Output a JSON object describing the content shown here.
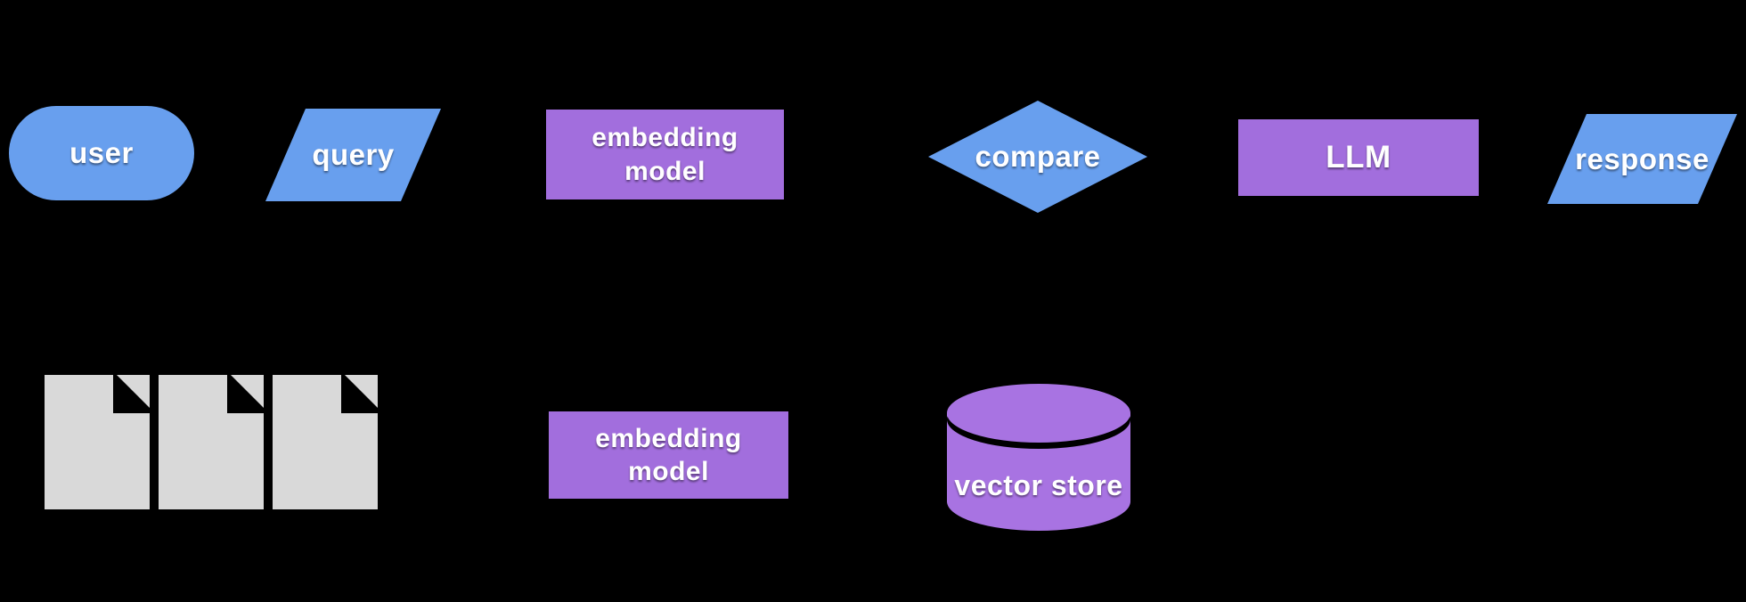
{
  "diagram": {
    "type": "flowchart",
    "background_note": "black background, connector arrows not visible",
    "top_row": {
      "user": {
        "label": "user",
        "shape": "stadium",
        "fill": "blue"
      },
      "query": {
        "label": "query",
        "shape": "parallelogram",
        "fill": "blue"
      },
      "embedding_model": {
        "label": "embedding model",
        "shape": "rectangle",
        "fill": "purple"
      },
      "compare": {
        "label": "compare",
        "shape": "diamond",
        "fill": "blue"
      },
      "llm": {
        "label": "LLM",
        "shape": "rectangle",
        "fill": "purple"
      },
      "response": {
        "label": "response",
        "shape": "parallelogram",
        "fill": "blue"
      }
    },
    "bottom_row": {
      "documents": {
        "label": "",
        "shape": "document-stack",
        "count": 3,
        "fill": "gray"
      },
      "embedding_model": {
        "label": "embedding model",
        "shape": "rectangle",
        "fill": "purple"
      },
      "vector_store": {
        "label": "vector store",
        "shape": "cylinder",
        "fill": "purple"
      }
    }
  },
  "colors": {
    "background": "#000000",
    "blue": "#689fee",
    "purple": "#a26edd",
    "cylinder_purple": "#a873e2",
    "document_gray": "#d9d9d9",
    "text": "#ffffff"
  }
}
